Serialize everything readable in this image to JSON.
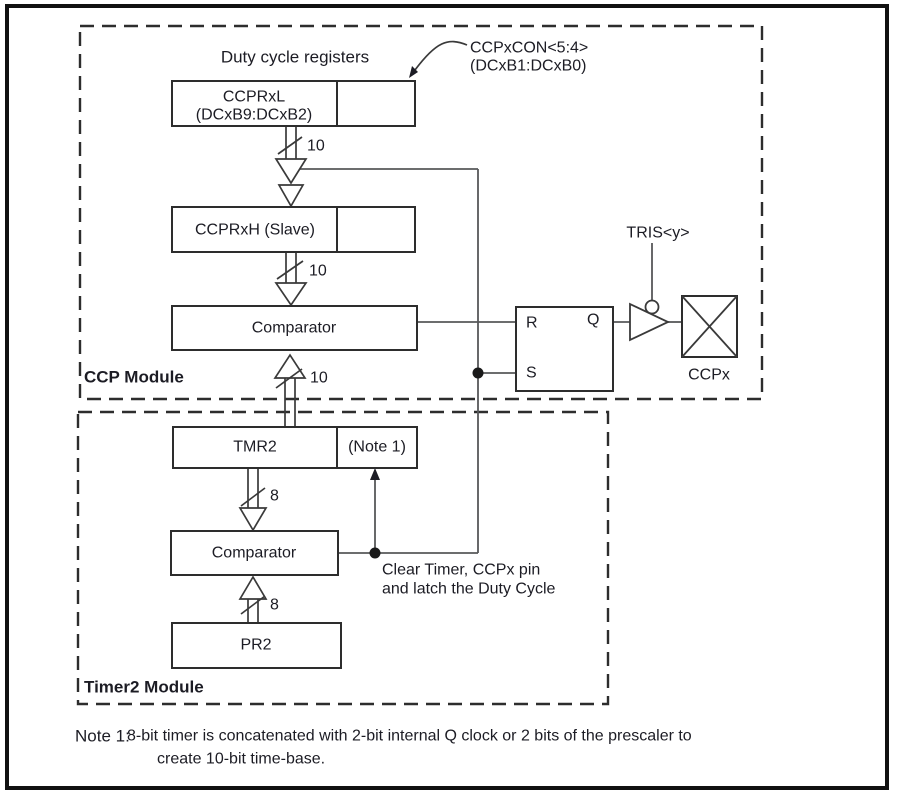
{
  "ccp": {
    "module_label": "CCP Module",
    "duty_title": "Duty cycle registers",
    "ccpxcon1": "CCPxCON<5:4>",
    "ccpxcon2": "(DCxB1:DCxB0)",
    "ccprxl1": "CCPRxL",
    "ccprxl2": "(DCxB9:DCxB2)",
    "ccprxh": "CCPRxH (Slave)",
    "comparator": "Comparator",
    "bus_width": "10",
    "ff_r": "R",
    "ff_s": "S",
    "ff_q": "Q",
    "tris": "TRIS<y>",
    "ccpx": "CCPx"
  },
  "timer2": {
    "module_label": "Timer2 Module",
    "tmr2": "TMR2",
    "note_ref": "(Note 1)",
    "comparator": "Comparator",
    "pr2": "PR2",
    "bus_width": "8"
  },
  "clear1": "Clear Timer, CCPx pin",
  "clear2": "and latch the Duty Cycle",
  "note": {
    "label": "Note 1:",
    "line1": "8-bit timer is concatenated with 2-bit internal Q clock or 2 bits of the prescaler to",
    "line2": "create 10-bit time-base."
  },
  "colors": {
    "ink": "#1c1c24",
    "box_stroke": "#2d2d2d",
    "wire": "#57585a",
    "background": "#ffffff"
  }
}
